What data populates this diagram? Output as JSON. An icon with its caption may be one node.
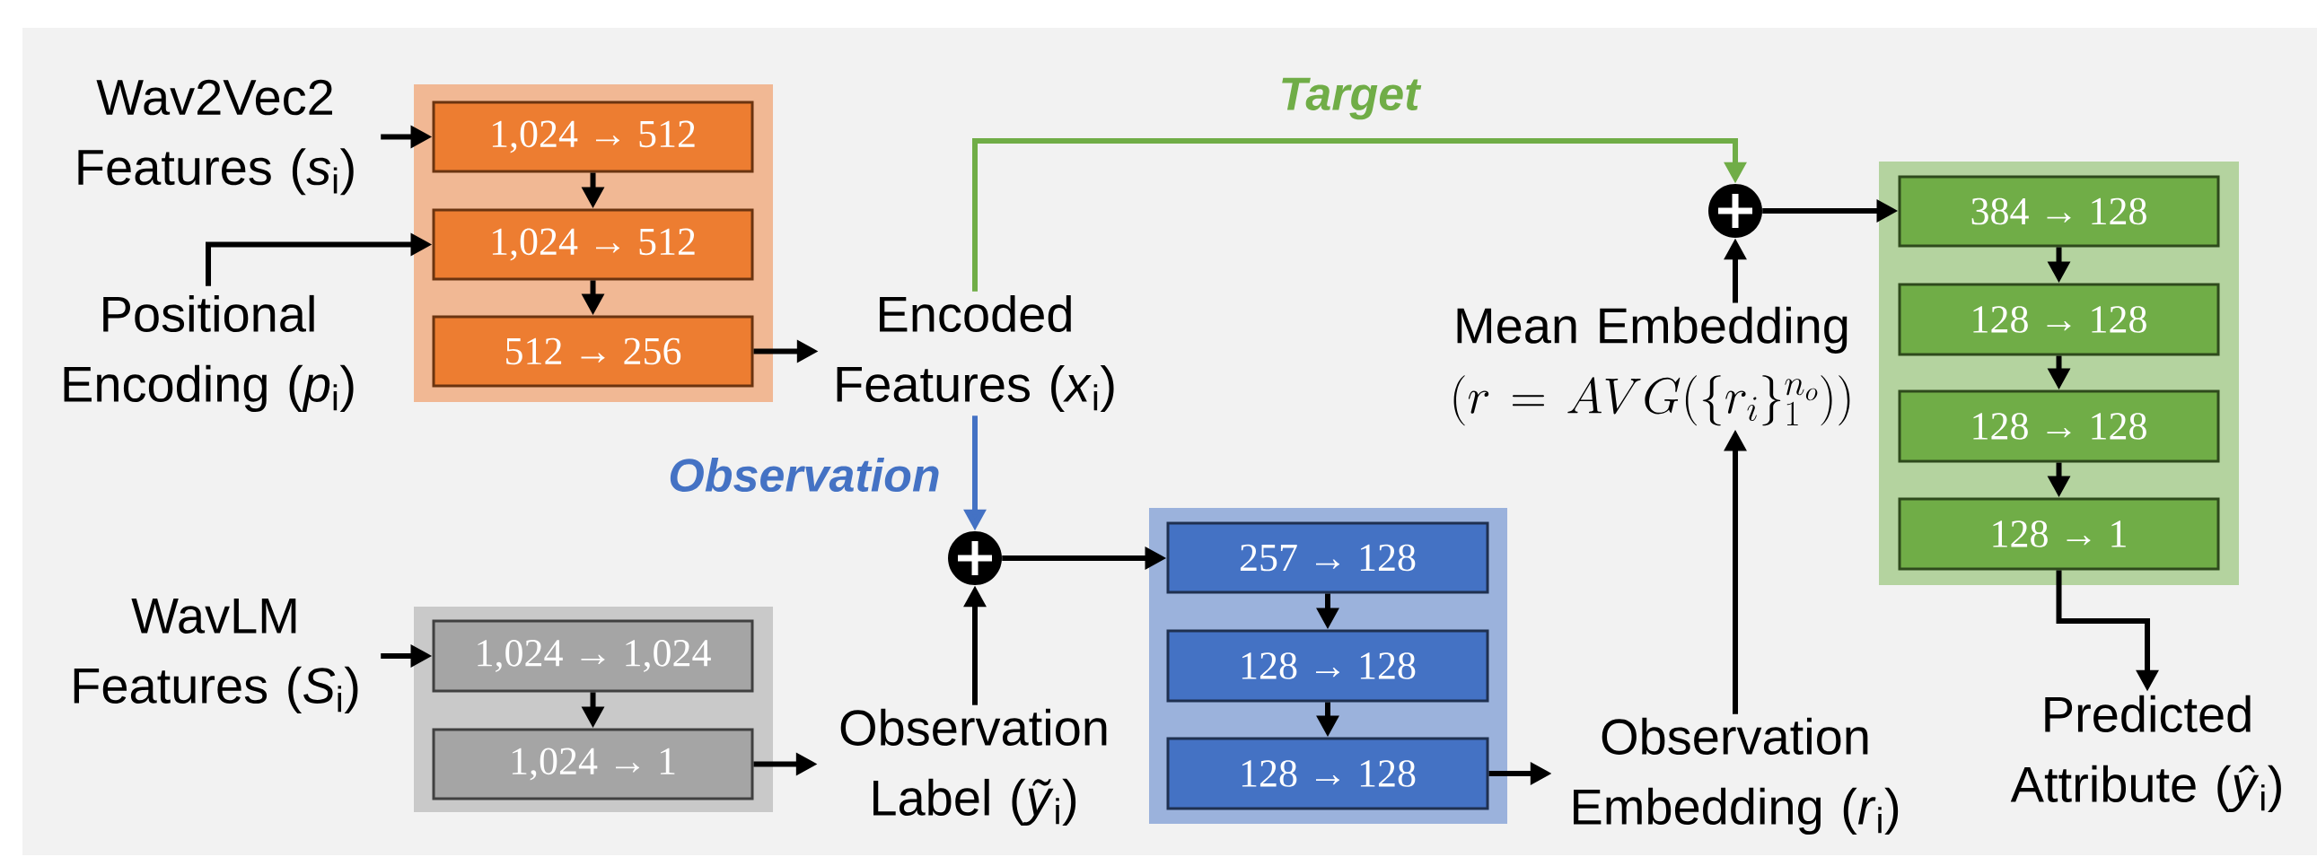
{
  "diagram": {
    "nodes": [
      {
        "text": [
          "Wav2Vec2 Features (*s*$_{i}$)"
        ]
      },
      {
        "text": [],
        "shape": "box"
      },
      {
        "text": [
          "1,024 → 512"
        ],
        "in": 1
      },
      {
        "text": [
          "1,024 → 512"
        ],
        "in": 1
      },
      {
        "text": [
          "512 → 256"
        ],
        "in": 1
      },
      {
        "text": [
          "Positional Encoding (*p*$_{i}$)"
        ]
      },
      {
        "text": [
          "Encoded Features (*x*$_{i}$)"
        ]
      },
      {
        "text": [
          "WavLM Features (*S*$_{i}$)"
        ]
      },
      {
        "text": [],
        "shape": "box"
      },
      {
        "text": [
          "1,024 → 1,024"
        ],
        "in": 8
      },
      {
        "text": [
          "1,024 → 1"
        ],
        "in": 8
      },
      {
        "text": [
          "Observation Label (*ỹ*$_{i}$)"
        ]
      },
      {
        "text": [],
        "shape": "circle"
      },
      {
        "text": [],
        "shape": "box"
      },
      {
        "text": [
          "257 → 128"
        ],
        "in": 13
      },
      {
        "text": [
          "128 → 128"
        ],
        "in": 13
      },
      {
        "text": [
          "128 → 128"
        ],
        "in": 13
      },
      {
        "text": [
          "Observation Embedding (*r*$_{i}$)"
        ]
      },
      {
        "text": [
          "Mean Embedding",
          "(r = AVG(\\{r_i\\}_1^{n_o}))"
        ]
      },
      {
        "text": [],
        "shape": "circle"
      },
      {
        "text": [],
        "shape": "box"
      },
      {
        "text": [
          "384 → 128"
        ],
        "in": 20
      },
      {
        "text": [
          "128 → 128"
        ],
        "in": 20
      },
      {
        "text": [
          "128 → 128"
        ],
        "in": 20
      },
      {
        "text": [
          "128 → 1"
        ],
        "in": 20
      },
      {
        "text": [
          "Predicted Attribute (*ŷ*$_{i}$)"
        ]
      }
    ],
    "edges": [
      {
        "from": 0,
        "to": 2,
        "arrow": "to"
      },
      {
        "from": 2,
        "to": 3,
        "arrow": "to"
      },
      {
        "from": 3,
        "to": 4,
        "arrow": "to"
      },
      {
        "from": 5,
        "to": 3,
        "arrow": "to"
      },
      {
        "from": 4,
        "to": 6,
        "arrow": "to"
      },
      {
        "from": 6,
        "to": 19,
        "arrow": "to",
        "label": "Target",
        "color": "#70ad47"
      },
      {
        "from": 6,
        "to": 12,
        "arrow": "to",
        "label": "Observation",
        "color": "#4472c4"
      },
      {
        "from": 11,
        "to": 12,
        "arrow": "to"
      },
      {
        "from": 12,
        "to": 14,
        "arrow": "to"
      },
      {
        "from": 7,
        "to": 9,
        "arrow": "to"
      },
      {
        "from": 9,
        "to": 10,
        "arrow": "to"
      },
      {
        "from": 10,
        "to": 11,
        "arrow": "to"
      },
      {
        "from": 14,
        "to": 15,
        "arrow": "to"
      },
      {
        "from": 15,
        "to": 16,
        "arrow": "to"
      },
      {
        "from": 16,
        "to": 17,
        "arrow": "to"
      },
      {
        "from": 17,
        "to": 18,
        "arrow": "to"
      },
      {
        "from": 18,
        "to": 19,
        "arrow": "to"
      },
      {
        "from": 19,
        "to": 21,
        "arrow": "to"
      },
      {
        "from": 21,
        "to": 22,
        "arrow": "to"
      },
      {
        "from": 22,
        "to": 23,
        "arrow": "to"
      },
      {
        "from": 23,
        "to": 24,
        "arrow": "to"
      },
      {
        "from": 24,
        "to": 25,
        "arrow": "to"
      }
    ]
  }
}
